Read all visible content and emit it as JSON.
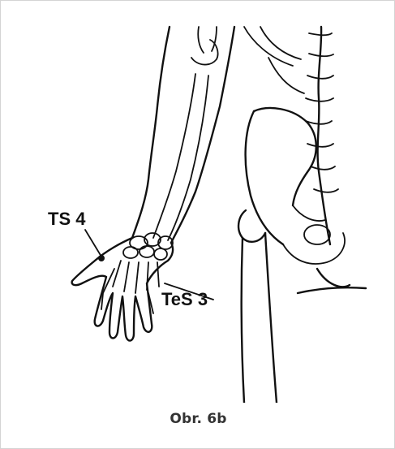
{
  "figure": {
    "labels": {
      "ts4": "TS 4",
      "tes3": "TeS 3"
    },
    "caption": "Obr. 6b"
  }
}
